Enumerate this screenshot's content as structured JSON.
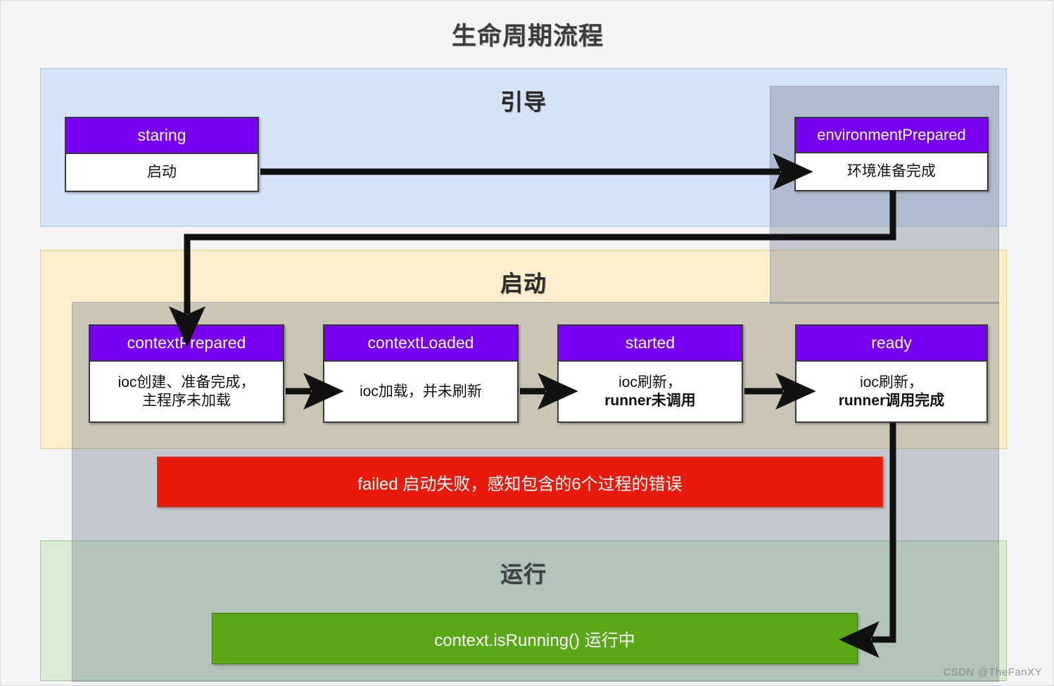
{
  "title": "生命周期流程",
  "watermark": "CSDN @TheFanXY",
  "phases": {
    "boot": {
      "label": "引导",
      "color": "#d6e4f7"
    },
    "start": {
      "label": "启动",
      "color": "#fdefcd"
    },
    "run": {
      "label": "运行",
      "color": "#d9ecd3"
    }
  },
  "events": {
    "staring": {
      "name": "staring",
      "desc": "启动"
    },
    "environment_prepared": {
      "name": "environmentPrepared",
      "desc": "环境准备完成"
    },
    "context_prepared": {
      "name": "contextPrepared",
      "desc_line1": "ioc创建、准备完成，",
      "desc_line2": "主程序未加载"
    },
    "context_loaded": {
      "name": "contextLoaded",
      "desc": "ioc加载，并未刷新"
    },
    "started": {
      "name": "started",
      "desc_line1": "ioc刷新，",
      "desc_line2": "runner未调用"
    },
    "ready": {
      "name": "ready",
      "desc_line1": "ioc刷新，",
      "desc_line2": "runner调用完成"
    }
  },
  "status_bars": {
    "failed": {
      "label": "failed  启动失败，感知包含的6个过程的错误",
      "color": "#e71a0b"
    },
    "running": {
      "label": "context.isRunning()  运行中",
      "color": "#5aa818"
    }
  },
  "colors": {
    "event_header": "#7700ee",
    "event_body": "#ffffff",
    "overlay": "rgba(96,110,130,0.32)",
    "canvas": "#f4f4f4"
  }
}
